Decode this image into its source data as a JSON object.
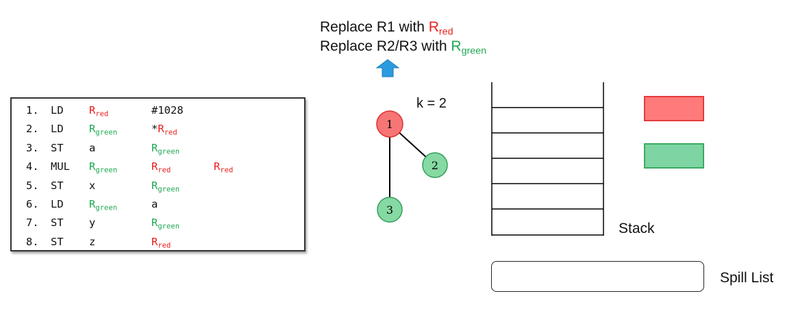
{
  "colors": {
    "red": "#e8201f",
    "green": "#1eaa52",
    "node_red_fill": "#f87575",
    "node_green_fill": "#86d9a3",
    "arrow": "#2b9be0"
  },
  "header": {
    "line1": {
      "text": "Replace R1 with ",
      "reg": "R",
      "sub": "red"
    },
    "line2": {
      "text": "Replace R2/R3 with ",
      "reg": "R",
      "sub": "green"
    }
  },
  "icons": {
    "arrow": "up-arrow-icon"
  },
  "code": [
    {
      "num": "1.",
      "op": "LD",
      "a1": {
        "t": "R",
        "sub": "red",
        "color": "red"
      },
      "a2": {
        "t": "#1028"
      }
    },
    {
      "num": "2.",
      "op": "LD",
      "a1": {
        "t": "R",
        "sub": "green",
        "color": "green"
      },
      "a2": {
        "t": "*R",
        "sub": "red",
        "color": "red",
        "first_plain": "*"
      }
    },
    {
      "num": "3.",
      "op": "ST",
      "a1": {
        "t": "a"
      },
      "a2": {
        "t": "R",
        "sub": "green",
        "color": "green"
      }
    },
    {
      "num": "4.",
      "op": "MUL",
      "a1": {
        "t": "R",
        "sub": "green",
        "color": "green"
      },
      "a2": {
        "t": "R",
        "sub": "red",
        "color": "red"
      },
      "a3": {
        "t": "R",
        "sub": "red",
        "color": "red"
      }
    },
    {
      "num": "5.",
      "op": "ST",
      "a1": {
        "t": "x"
      },
      "a2": {
        "t": "R",
        "sub": "green",
        "color": "green"
      }
    },
    {
      "num": "6.",
      "op": "LD",
      "a1": {
        "t": "R",
        "sub": "green",
        "color": "green"
      },
      "a2": {
        "t": "a"
      }
    },
    {
      "num": "7.",
      "op": "ST",
      "a1": {
        "t": "y"
      },
      "a2": {
        "t": "R",
        "sub": "green",
        "color": "green"
      }
    },
    {
      "num": "8.",
      "op": "ST",
      "a1": {
        "t": "z"
      },
      "a2": {
        "t": "R",
        "sub": "red",
        "color": "red"
      }
    }
  ],
  "graph": {
    "k_label": "k = 2",
    "nodes": [
      {
        "id": "1",
        "label": "1",
        "color": "red"
      },
      {
        "id": "2",
        "label": "2",
        "color": "green"
      },
      {
        "id": "3",
        "label": "3",
        "color": "green"
      }
    ],
    "edges": [
      [
        "1",
        "2"
      ],
      [
        "1",
        "3"
      ]
    ]
  },
  "stack": {
    "label": "Stack"
  },
  "spill": {
    "label": "Spill List"
  }
}
